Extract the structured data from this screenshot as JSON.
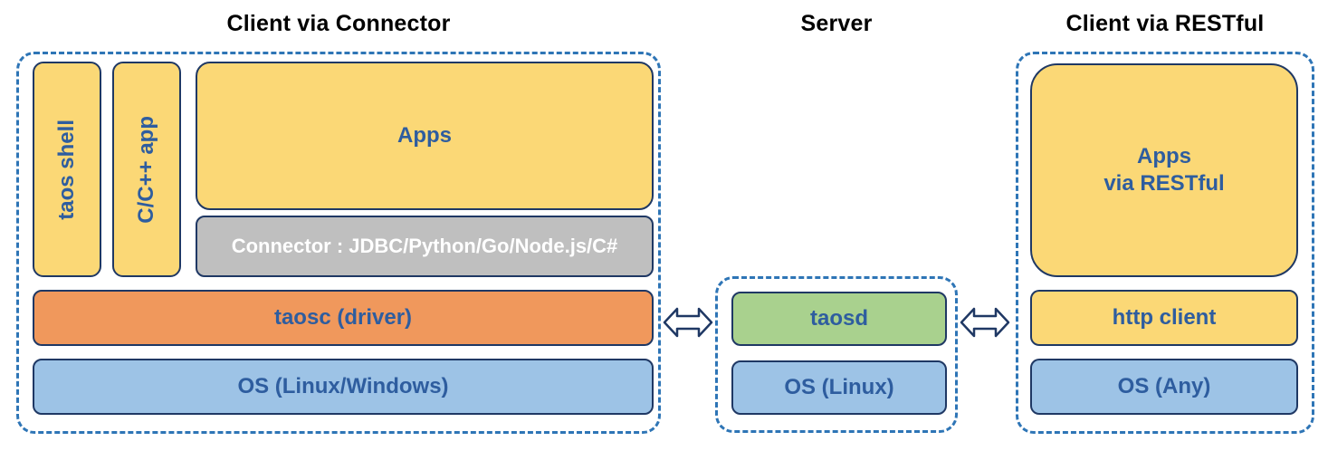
{
  "colors": {
    "yellow": "#FBD876",
    "gray": "#BFBFBF",
    "orange": "#F0985C",
    "blue": "#9DC3E6",
    "green": "#A9D18E",
    "border": "#1F3864",
    "dashed": "#2E75B6",
    "text_dark": "#2E5D9F",
    "text_white": "#FFFFFF",
    "title": "#000000"
  },
  "sections": {
    "client_connector": {
      "title": "Client via Connector",
      "boxes": {
        "taos_shell": "taos shell",
        "cpp_app": "C/C++ app",
        "apps": "Apps",
        "connector": "Connector : JDBC/Python/Go/Node.js/C#",
        "taosc": "taosc (driver)",
        "os": "OS (Linux/Windows)"
      }
    },
    "server": {
      "title": "Server",
      "boxes": {
        "taosd": "taosd",
        "os": "OS (Linux)"
      }
    },
    "client_restful": {
      "title": "Client via RESTful",
      "boxes": {
        "apps": "Apps\nvia RESTful",
        "http_client": "http client",
        "os": "OS (Any)"
      }
    }
  },
  "icons": {
    "arrow_client_server": "bidirectional-arrow",
    "arrow_server_restful": "bidirectional-arrow"
  }
}
